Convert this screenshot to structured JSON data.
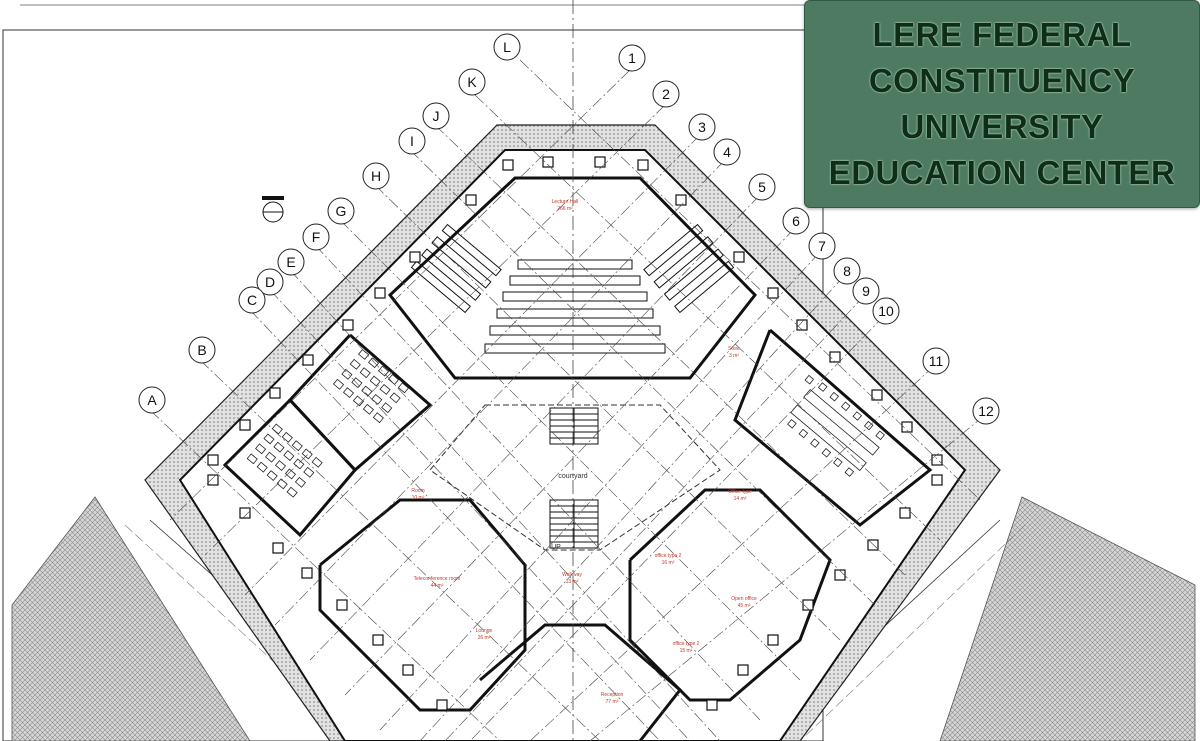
{
  "title": {
    "lines": [
      "LERE FEDERAL",
      "CONSTITUENCY",
      "UNIVERSITY",
      "EDUCATION CENTER"
    ],
    "background": "#4d7a60",
    "text_color": "#0f2e18"
  },
  "grid_axes": {
    "letters": [
      "L",
      "K",
      "J",
      "I",
      "H",
      "G",
      "F",
      "E",
      "D",
      "C",
      "B",
      "A"
    ],
    "numbers": [
      "1",
      "2",
      "3",
      "4",
      "5",
      "6",
      "7",
      "8",
      "9",
      "10",
      "11",
      "12"
    ]
  },
  "rooms": {
    "lecture_hall": "Lecture Hall",
    "lecture_hall_area": "266 m²",
    "courtyard": "courtyard",
    "room": "Room",
    "room_area": "10 m²",
    "teleconference": "Teleconference room",
    "teleconference_area": "44 m²",
    "lounge": "Lounge",
    "lounge_area": "26 m²",
    "walkway": "Walkway",
    "walkway_area": "13 m²",
    "reception": "Reception",
    "reception_area": "77 m²",
    "office_type_1": "Office type",
    "office_type_1_area": "14 m²",
    "office_type_2": "office type 2",
    "office_type_2_area": "16 m²",
    "open_office": "Open office",
    "open_office_area": "45 m²",
    "office_type_2b": "office type 2",
    "office_type_2b_area": "15 m²",
    "storage": "Store",
    "storage_area": "3 m²",
    "up_label": "UP"
  },
  "colors": {
    "hatch": "#9a9a9a",
    "wall": "#111111",
    "room_text": "#c0392b"
  }
}
